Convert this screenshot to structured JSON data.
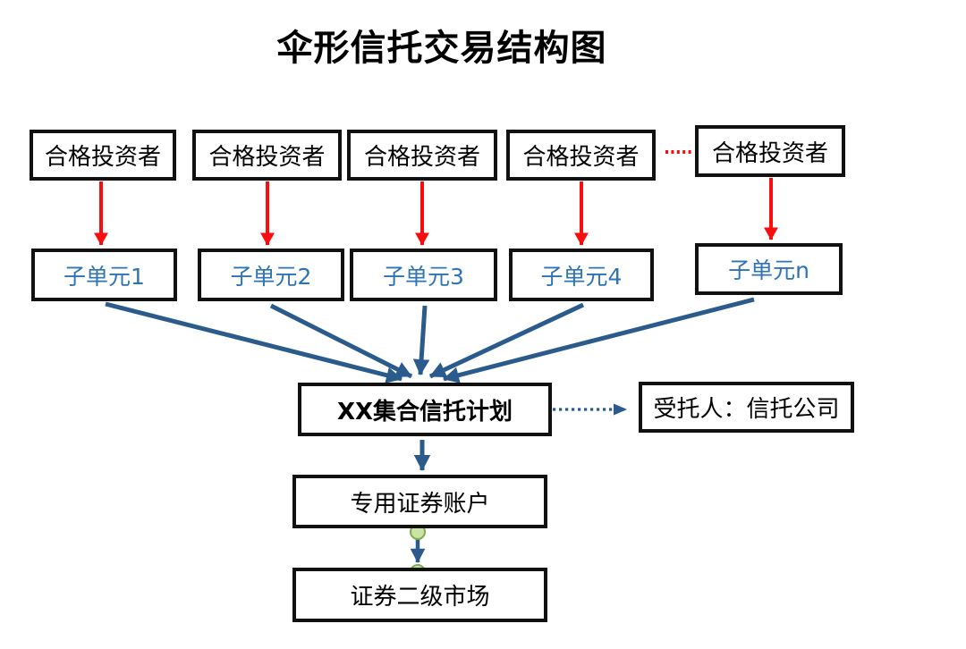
{
  "title": "伞形信托交易结构图",
  "row1": {
    "items": [
      "合格投资者",
      "合格投资者",
      "合格投资者",
      "合格投资者",
      "合格投资者"
    ]
  },
  "row2": {
    "items": [
      "子单元1",
      "子单元2",
      "子单元3",
      "子单元4",
      "子单元n"
    ]
  },
  "center": {
    "trust_plan": "XX集合信托计划",
    "trustee": "受托人：信托公司",
    "account": "专用证券账户",
    "market": "证券二级市场"
  },
  "colors": {
    "arrow_red": "#F80E0E",
    "arrow_blue": "#2A5B8C",
    "subunit_text_blue": "#2E74B5",
    "box_border": "#111111",
    "connector_green_fill": "#C9E5A1",
    "connector_green_stroke": "#7FAC52",
    "background": "#FFFFFF",
    "title_text": "#000000"
  }
}
